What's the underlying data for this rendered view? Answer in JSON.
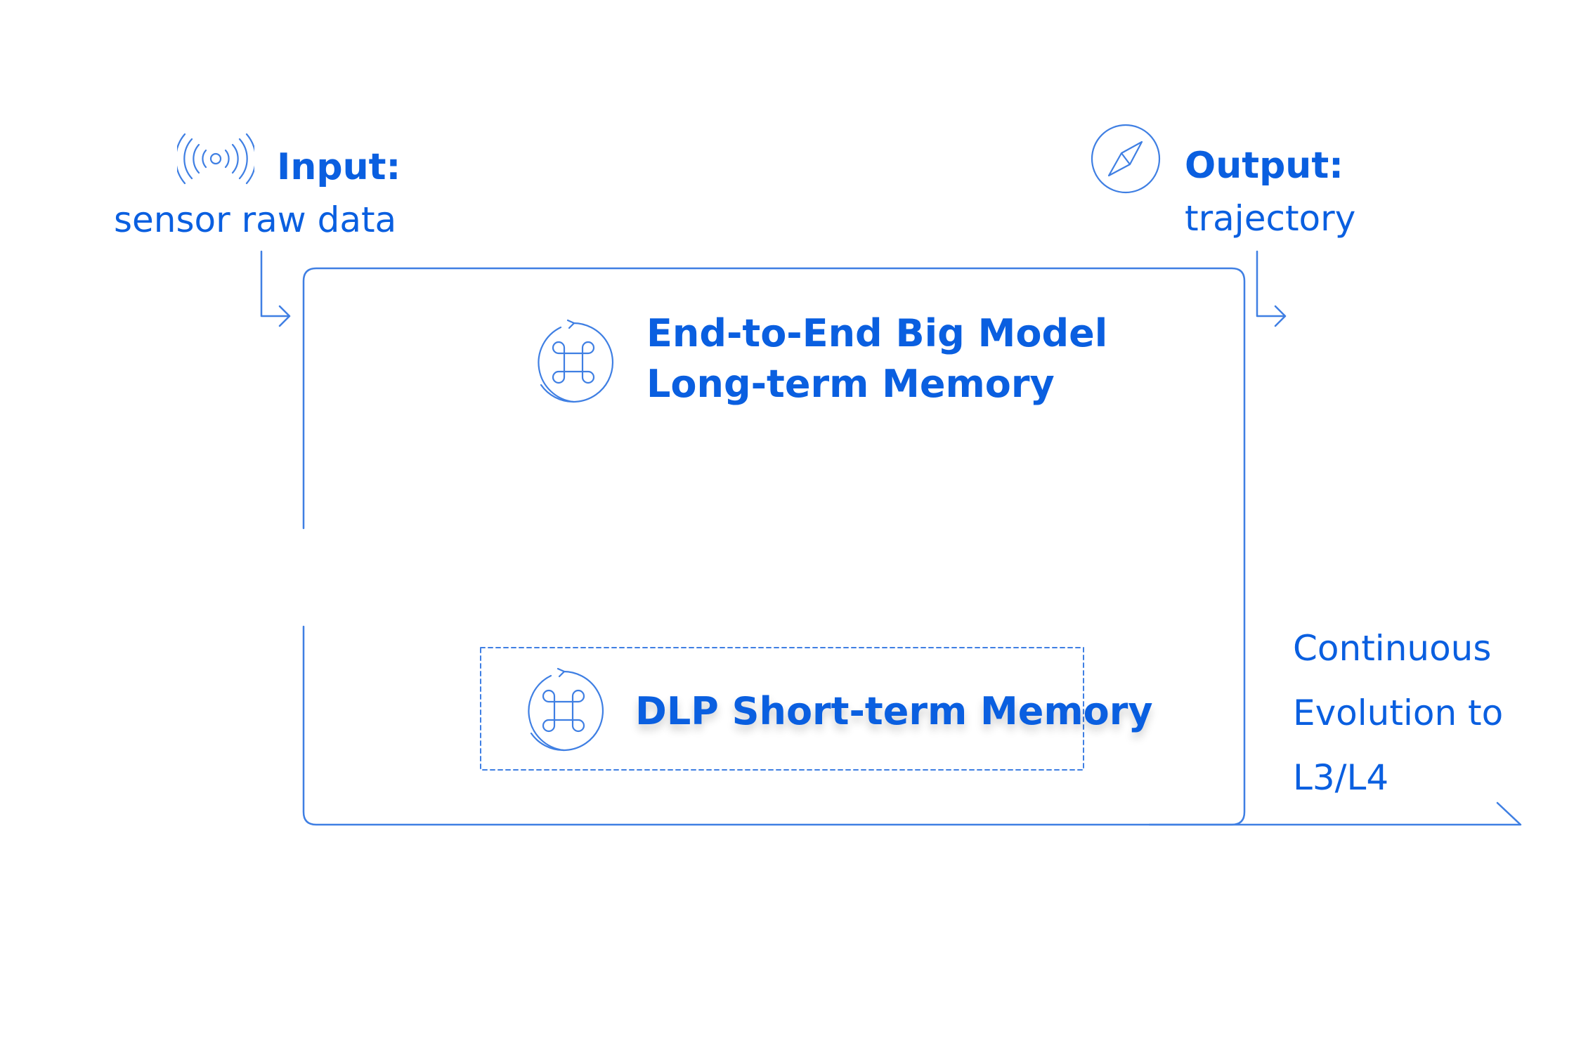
{
  "colors": {
    "accent": "#0a5fe0",
    "line": "#3f7fe3"
  },
  "input": {
    "heading": "Input:",
    "text": "sensor raw data",
    "icon": "sensor-signal-icon"
  },
  "output": {
    "heading": "Output:",
    "text": "trajectory",
    "icon": "compass-icon"
  },
  "big_model": {
    "line1": "End-to-End Big Model",
    "line2": "Long-term Memory",
    "icon": "command-cycle-icon"
  },
  "dlp": {
    "label": "DLP Short-term Memory",
    "icon": "command-cycle-icon"
  },
  "evolution": {
    "line1": "Continuous",
    "line2": "Evolution to",
    "line3": "L3/L4"
  }
}
